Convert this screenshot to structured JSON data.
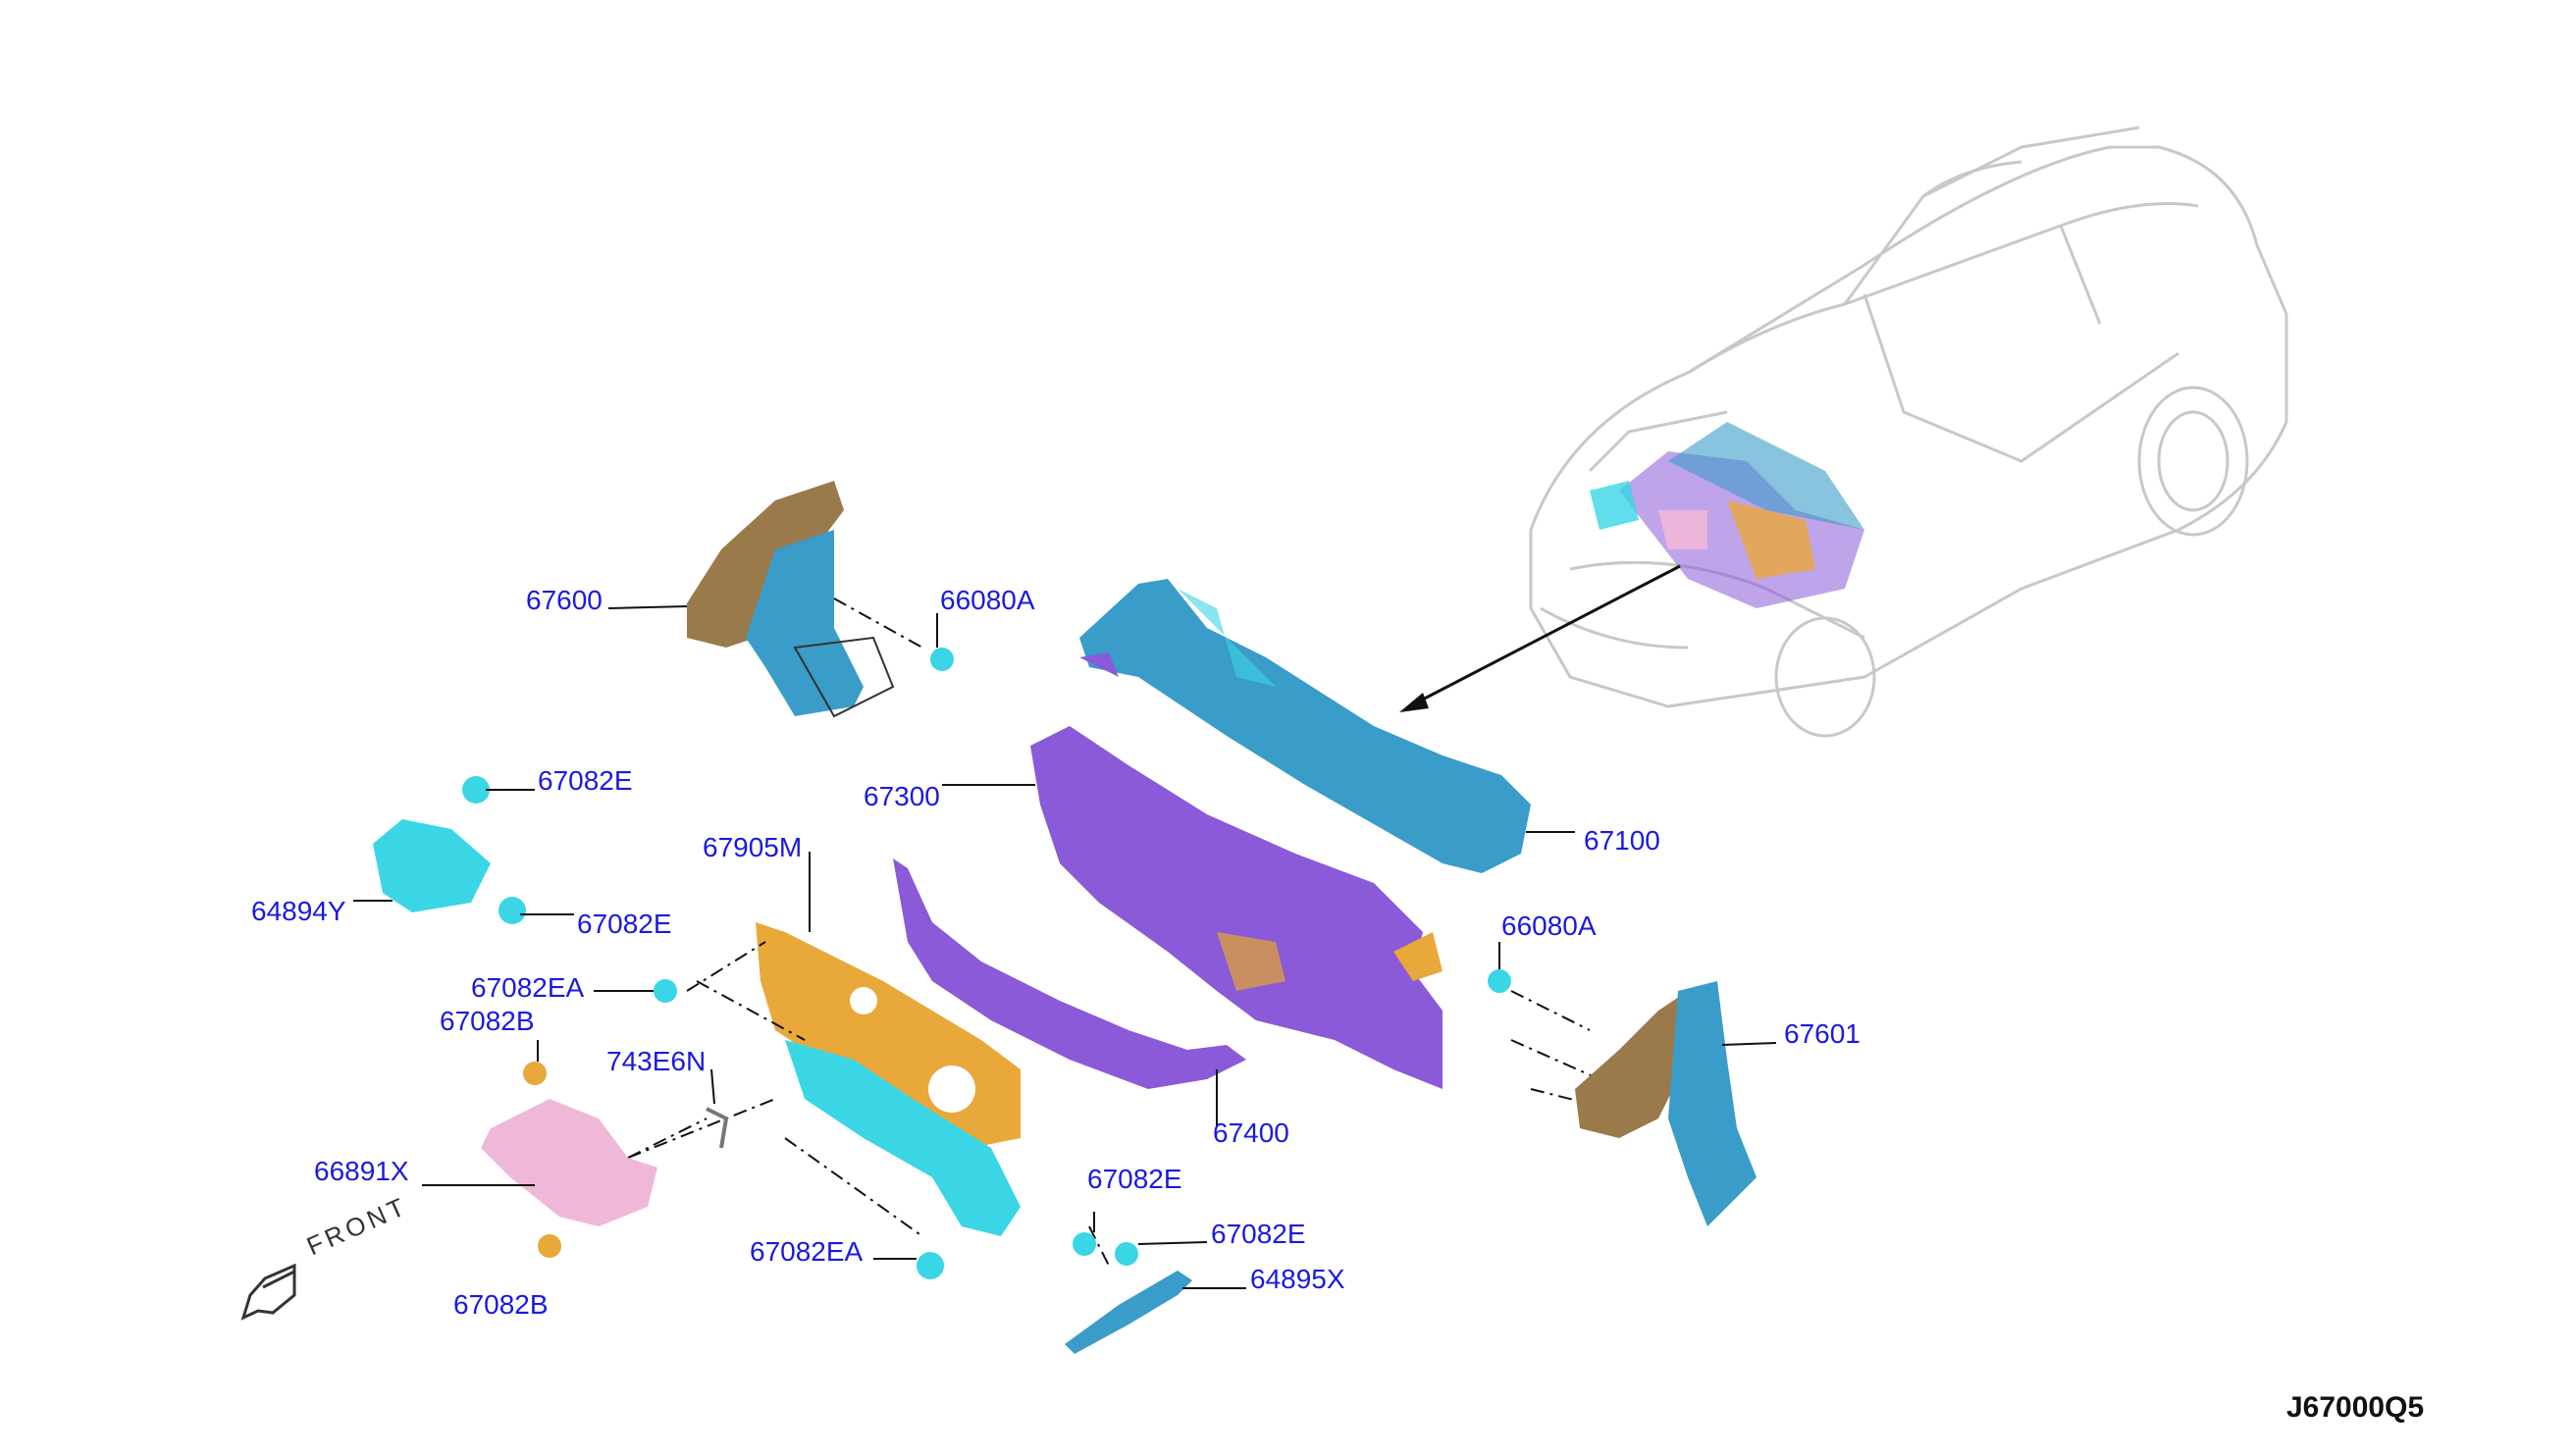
{
  "labels": {
    "p67600": "67600",
    "p66080A_top": "66080A",
    "p67082E_a": "67082E",
    "p67300": "67300",
    "p67100": "67100",
    "p67905M": "67905M",
    "p64894Y": "64894Y",
    "p67082E_b": "67082E",
    "p66080A_bottom": "66080A",
    "p67082EA_a": "67082EA",
    "p67082B_a": "67082B",
    "p743E6N": "743E6N",
    "p67601": "67601",
    "p67400": "67400",
    "p66891X": "66891X",
    "p67082E_c": "67082E",
    "p67082E_d": "67082E",
    "p67082EA_b": "67082EA",
    "p64895X": "64895X",
    "p67082B_b": "67082B"
  },
  "front": "FRONT",
  "diagram_code": "J67000Q5",
  "colors": {
    "label": "#1a1ae0",
    "cyan": "#3ad6e6",
    "blue_panel": "#3a9cc8",
    "purple": "#8a5ad8",
    "orange": "#e8a83a",
    "brown": "#9a7a4a",
    "pink": "#f0b8d8"
  }
}
